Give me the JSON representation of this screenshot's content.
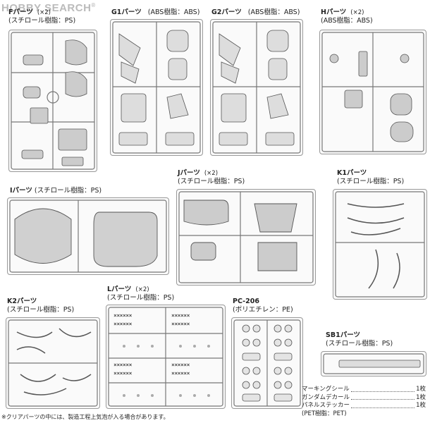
{
  "watermark": {
    "text": "HOBBY SEARCH",
    "mark": "®"
  },
  "sheets": [
    {
      "id": "F",
      "name": "Fパーツ",
      "count": "(×2)",
      "material": "(スチロール樹脂：PS)"
    },
    {
      "id": "G1",
      "name": "G1パーツ",
      "count": "",
      "material": "(ABS樹脂：ABS)"
    },
    {
      "id": "G2",
      "name": "G2パーツ",
      "count": "",
      "material": "(ABS樹脂：ABS)"
    },
    {
      "id": "H",
      "name": "Hパーツ",
      "count": "(×2)",
      "material": "(ABS樹脂：ABS)"
    },
    {
      "id": "I",
      "name": "Iパーツ",
      "count": "",
      "material": "(スチロール樹脂：PS)"
    },
    {
      "id": "J",
      "name": "Jパーツ",
      "count": "(×2)",
      "material": "(スチロール樹脂：PS)"
    },
    {
      "id": "K1",
      "name": "K1パーツ",
      "count": "",
      "material": "(スチロール樹脂：PS)"
    },
    {
      "id": "K2",
      "name": "K2パーツ",
      "count": "",
      "material": "(スチロール樹脂：PS)"
    },
    {
      "id": "L",
      "name": "Lパーツ",
      "count": "(×2)",
      "material": "(スチロール樹脂：PS)"
    },
    {
      "id": "PC",
      "name": "PC-206",
      "count": "",
      "material": "(ポリエチレン：PE)"
    },
    {
      "id": "SB1",
      "name": "SB1パーツ",
      "count": "",
      "material": "(スチロール樹脂：PS)"
    }
  ],
  "l_marks": "××××××",
  "accessories": [
    {
      "label": "マーキングシール",
      "qty": "1枚"
    },
    {
      "label": "ガンダムデカール",
      "qty": "1枚"
    },
    {
      "label": "パネルステッカー",
      "qty": "1枚"
    },
    {
      "label": "(PET樹脂：PET)",
      "qty": ""
    }
  ],
  "footnote": "※クリアパーツの中には、製造工程上気泡が入る場合があります。"
}
